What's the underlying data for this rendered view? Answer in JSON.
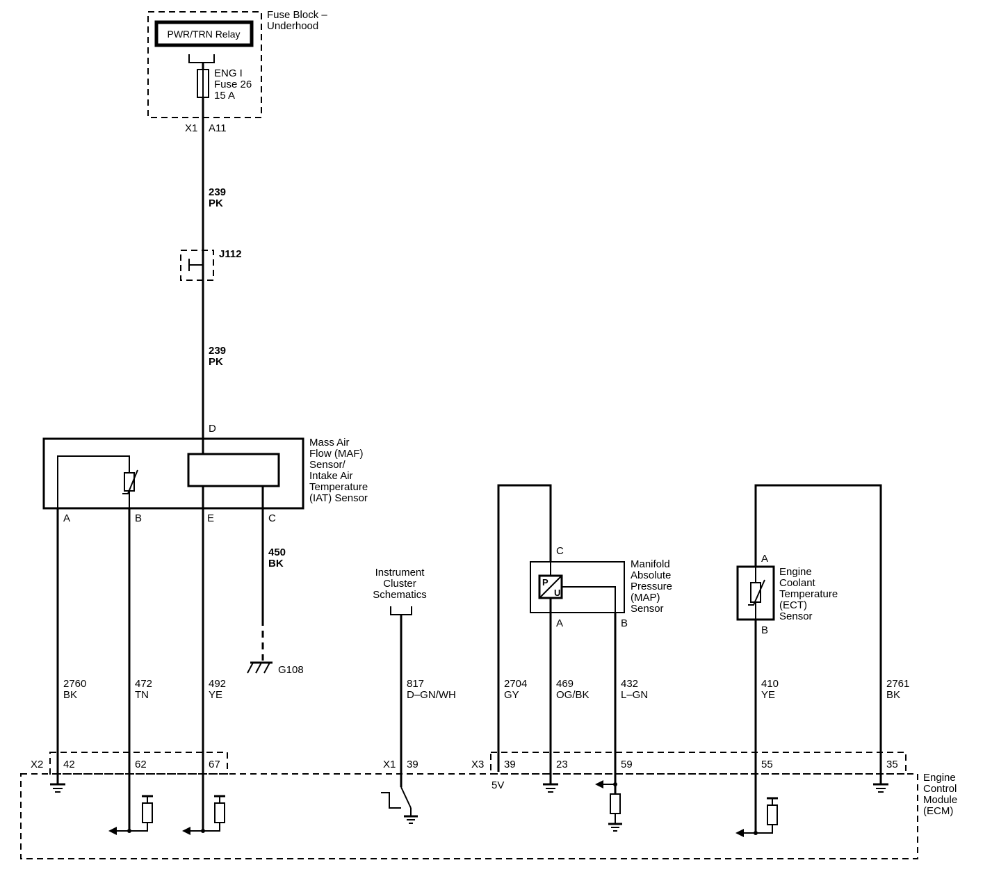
{
  "fuse_block": {
    "title_line1": "Fuse Block –",
    "title_line2": "Underhood",
    "relay_label": "PWR/TRN Relay",
    "fuse_line1": "ENG I",
    "fuse_line2": "Fuse 26",
    "fuse_line3": "15 A",
    "connector": "X1",
    "pin": "A11"
  },
  "wire_239_upper": {
    "circuit": "239",
    "color": "PK"
  },
  "splice": {
    "label": "J112"
  },
  "wire_239_lower": {
    "circuit": "239",
    "color": "PK"
  },
  "maf_sensor": {
    "line1": "Mass Air",
    "line2": "Flow (MAF)",
    "line3": "Sensor/",
    "line4": "Intake Air",
    "line5": "Temperature",
    "line6": "(IAT) Sensor",
    "pin_d": "D",
    "pin_a": "A",
    "pin_b": "B",
    "pin_e": "E",
    "pin_c": "C"
  },
  "wire_450": {
    "circuit": "450",
    "color": "BK"
  },
  "ground_g108": {
    "label": "G108"
  },
  "wires": {
    "w2760": {
      "circuit": "2760",
      "color": "BK"
    },
    "w472": {
      "circuit": "472",
      "color": "TN"
    },
    "w492": {
      "circuit": "492",
      "color": "YE"
    },
    "w817": {
      "circuit": "817",
      "color": "D–GN/WH"
    },
    "w2704": {
      "circuit": "2704",
      "color": "GY"
    },
    "w469": {
      "circuit": "469",
      "color": "OG/BK"
    },
    "w432": {
      "circuit": "432",
      "color": "L–GN"
    },
    "w410": {
      "circuit": "410",
      "color": "YE"
    },
    "w2761": {
      "circuit": "2761",
      "color": "BK"
    }
  },
  "instrument_cluster": {
    "line1": "Instrument",
    "line2": "Cluster",
    "line3": "Schematics"
  },
  "map_sensor": {
    "line1": "Manifold",
    "line2": "Absolute",
    "line3": "Pressure",
    "line4": "(MAP)",
    "line5": "Sensor",
    "pin_c": "C",
    "pin_a": "A",
    "pin_b": "B",
    "p_letter": "P",
    "u_letter": "U"
  },
  "ect_sensor": {
    "line1": "Engine",
    "line2": "Coolant",
    "line3": "Temperature",
    "line4": "(ECT)",
    "line5": "Sensor",
    "pin_a": "A",
    "pin_b": "B"
  },
  "ecm": {
    "line1": "Engine",
    "line2": "Control",
    "line3": "Module",
    "line4": "(ECM)",
    "x2": "X2",
    "x1": "X1",
    "x3": "X3",
    "pin42": "42",
    "pin62": "62",
    "pin67": "67",
    "pin39a": "39",
    "pin39b": "39",
    "pin23": "23",
    "pin59": "59",
    "pin55": "55",
    "pin35": "35",
    "five_v": "5V"
  },
  "icons": {
    "ground": "ground-icon",
    "resistor": "resistor-icon",
    "thermistor": "thermistor-icon",
    "fuse": "fuse-icon",
    "switch": "switch-icon"
  }
}
